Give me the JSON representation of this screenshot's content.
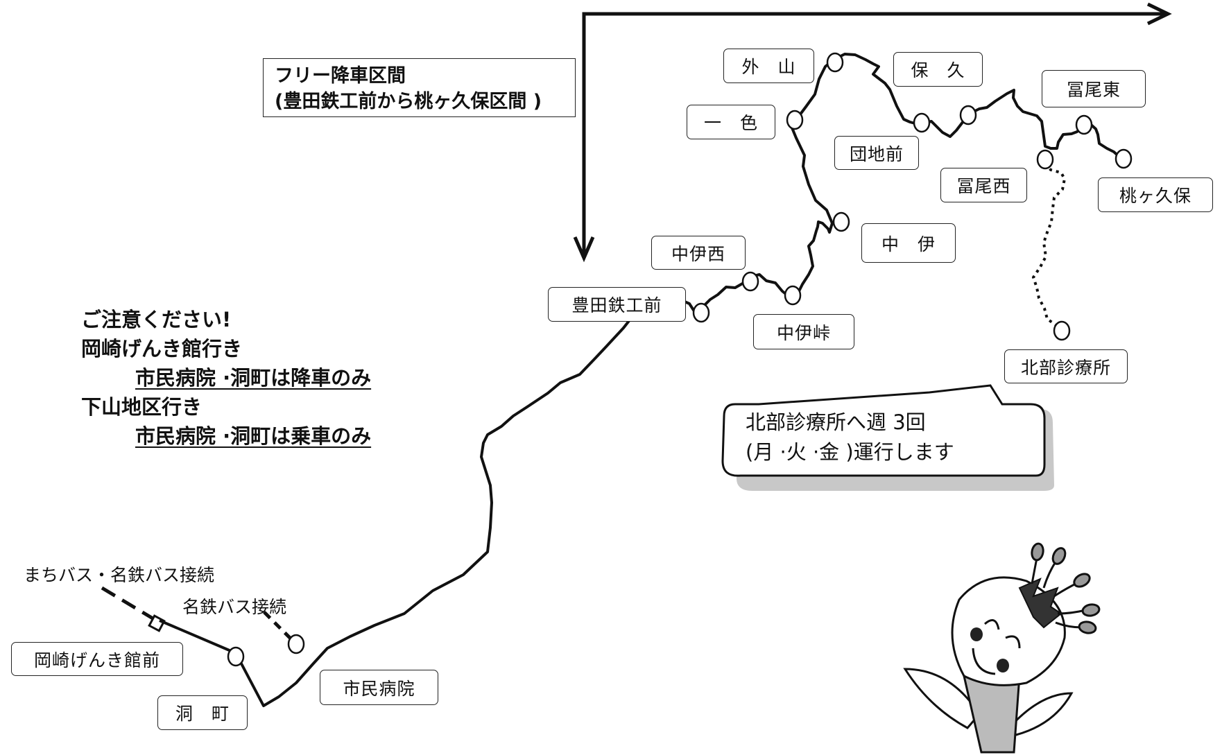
{
  "free_section": {
    "line1": "フリー降車区間",
    "line2": "(豊田鉄工前から桃ヶ久保区間 )"
  },
  "notice": {
    "title": "ご注意ください!",
    "route1": "岡崎げんき館行き",
    "route1_note": "市民病院 ·洞町は降車のみ",
    "route2": "下山地区行き",
    "route2_note": "市民病院 ·洞町は乗車のみ"
  },
  "connections": {
    "machi_meitetsu": "まちバス・名鉄バス接続",
    "meitetsu": "名鉄バス接続"
  },
  "stops": {
    "okazaki_genki": "岡崎げんき館前",
    "horamachi": "洞　町",
    "shimin_byoin": "市民病院",
    "toyota_tekko": "豊田鉄工前",
    "nakai_nishi": "中伊西",
    "nakai_toge": "中伊峠",
    "nakai": "中　伊",
    "isshiki": "一　色",
    "toyama": "外　山",
    "danchi_mae": "団地前",
    "hoku": "保　久",
    "tomio_nishi": "冨尾西",
    "tomio_higashi": "冨尾東",
    "momogakubo": "桃ヶ久保",
    "hokubu_shinryojo": "北部診療所"
  },
  "bubble": {
    "line1": "北部診療所へ週 3回",
    "line2": "(月 ·火 ·金 )運行します"
  },
  "colors": {
    "route_line": "#111111",
    "mascot_body": "#bbbbbb",
    "mascot_crown": "#333333",
    "bubble_shadow": "#c8c8c8"
  },
  "icons": [
    "stop-circle-icon",
    "arrow-right-icon",
    "arrow-down-icon",
    "mascot-icon"
  ]
}
